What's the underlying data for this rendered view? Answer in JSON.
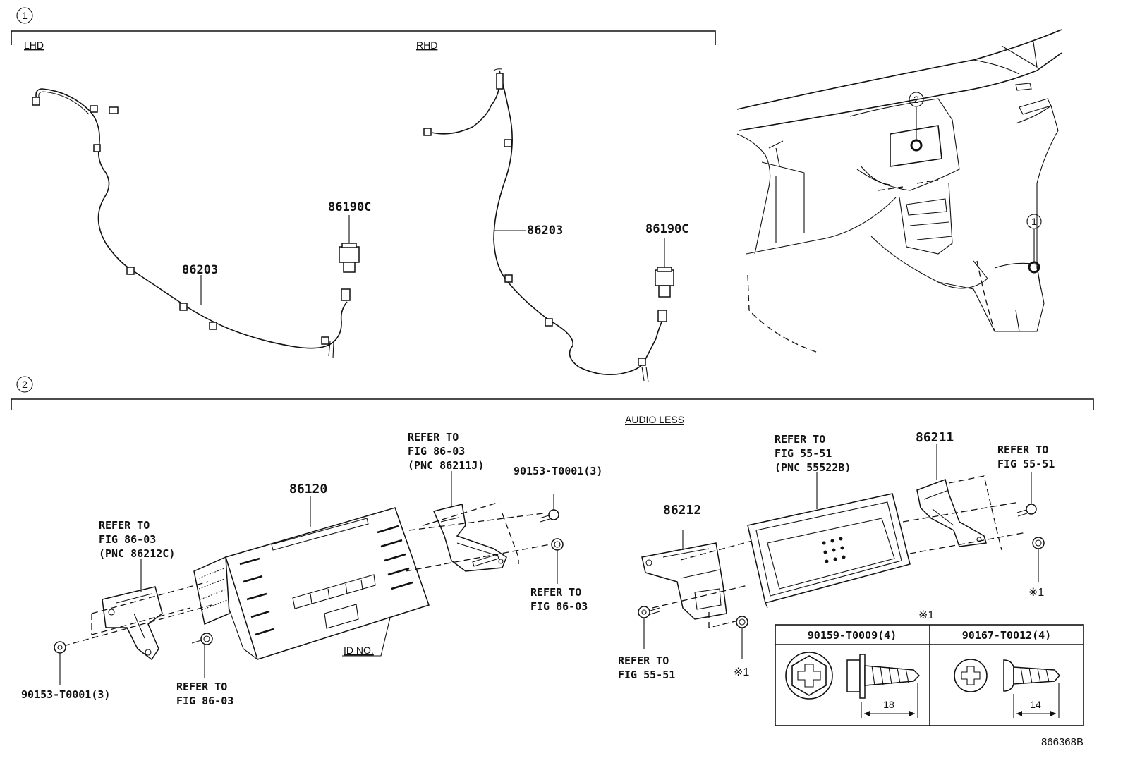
{
  "sections": {
    "one": {
      "marker": "1",
      "lhd": "LHD",
      "rhd": "RHD"
    },
    "two": {
      "marker": "2",
      "audio_less": "AUDIO LESS"
    }
  },
  "callouts": {
    "lhd_connector": "86190C",
    "lhd_harness": "86203",
    "rhd_harness": "86203",
    "rhd_connector": "86190C",
    "receiver": "86120",
    "bracket_left_ref": [
      "REFER TO",
      "FIG 86-03",
      "(PNC 86212C)"
    ],
    "bracket_right_ref": [
      "REFER TO",
      "FIG 86-03",
      "(PNC 86211J)"
    ],
    "screw_top": "90153-T0001(3)",
    "screw_left": "90153-T0001(3)",
    "ref_fig_86_03_bottom": [
      "REFER TO",
      "FIG 86-03"
    ],
    "ref_fig_86_03_right": [
      "REFER TO",
      "FIG 86-03"
    ],
    "id_no": "ID NO.",
    "bracket_86212": "86212",
    "bracket_86211": "86211",
    "panel_ref": [
      "REFER TO",
      "FIG 55-51",
      "(PNC 55522B)"
    ],
    "ref_fig_55_51_right": [
      "REFER TO",
      "FIG 55-51"
    ],
    "ref_fig_55_51_left": [
      "REFER TO",
      "FIG 55-51"
    ],
    "note_mark_1": "※1",
    "note_mark_2": "※1",
    "location_1": "1",
    "location_2": "2"
  },
  "fastener_table": {
    "note": "※1",
    "columns": [
      {
        "part": "90159-T0009(4)",
        "length": "18"
      },
      {
        "part": "90167-T0012(4)",
        "length": "14"
      }
    ]
  },
  "figure_id": "866368B"
}
